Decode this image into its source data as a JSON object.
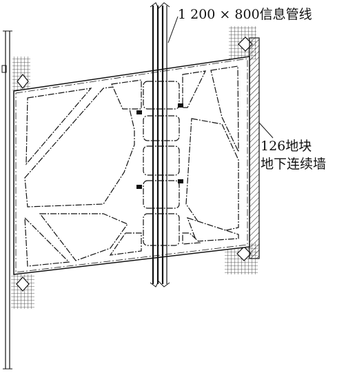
{
  "labels": {
    "pipeline": "1 200 × 800信息管线",
    "wall_line1": "126地块",
    "wall_line2": "地下连续墙"
  },
  "colors": {
    "line": "#111111",
    "background": "#ffffff"
  }
}
